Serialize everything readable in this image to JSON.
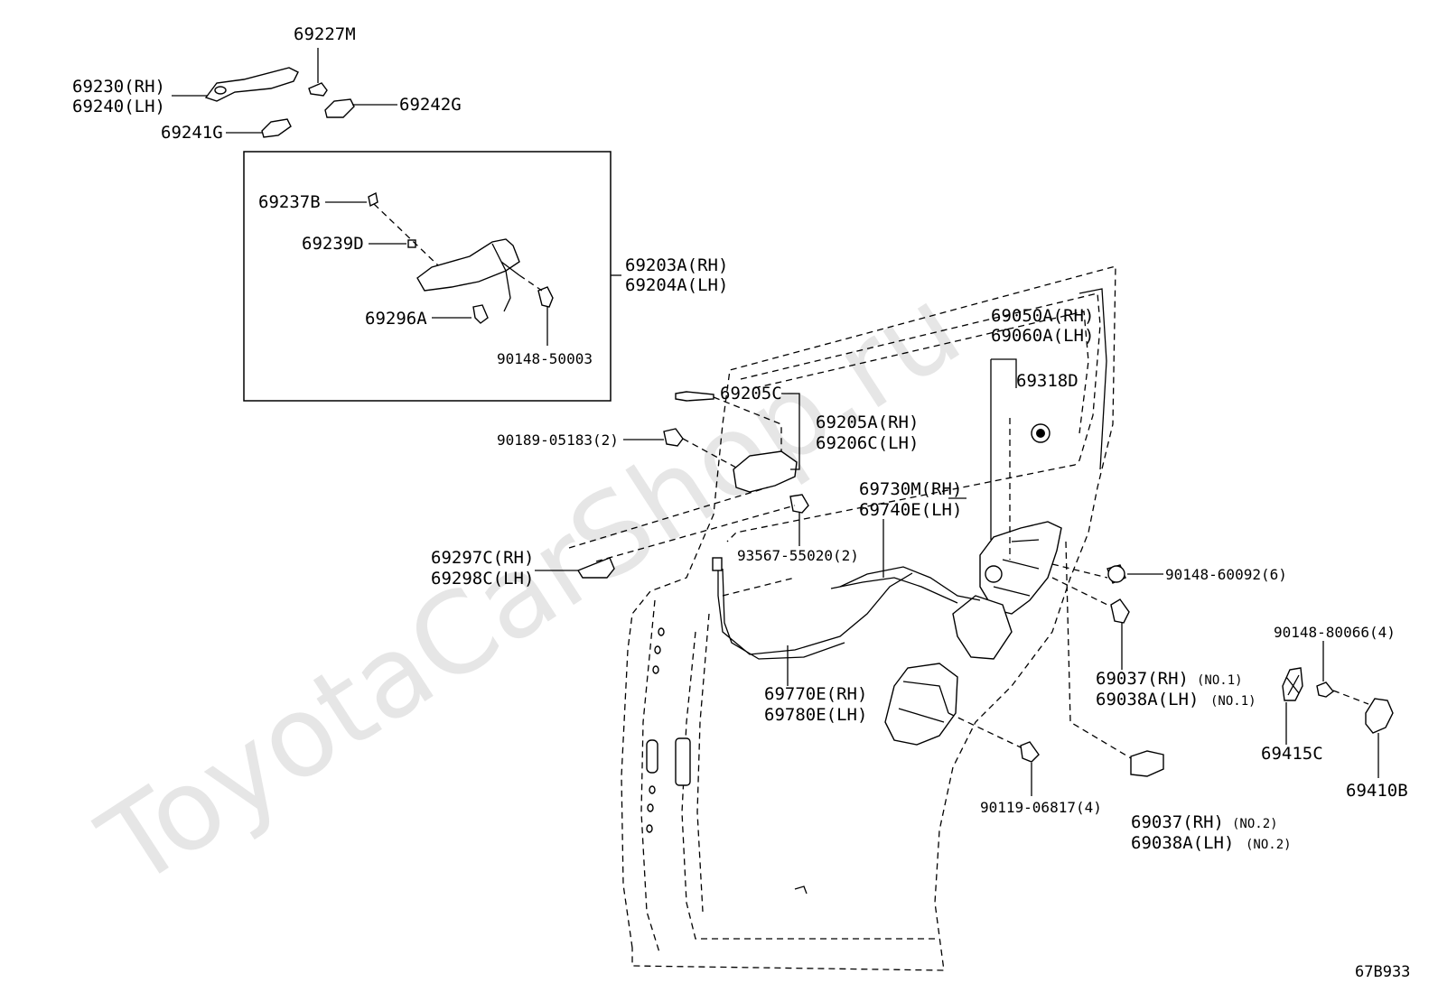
{
  "watermark": "ToyotaCarShop.ru",
  "diagram_code": "67B933",
  "labels": {
    "p69227M": "69227M",
    "p69230": "69230(RH)",
    "p69240": "69240(LH)",
    "p69242G": "69242G",
    "p69241G": "69241G",
    "p69237B": "69237B",
    "p69239D": "69239D",
    "p69296A": "69296A",
    "p90148_50003": "90148-50003",
    "p69203A": "69203A(RH)",
    "p69204A": "69204A(LH)",
    "p69205C": "69205C",
    "p69205A": "69205A(RH)",
    "p69206C": "69206C(LH)",
    "p90189": "90189-05183(2)",
    "p69050A": "69050A(RH)",
    "p69060A": "69060A(LH)",
    "p69318D": "69318D",
    "p69730M": "69730M(RH)",
    "p69740E": "69740E(LH)",
    "p93567": "93567-55020(2)",
    "p69297C": "69297C(RH)",
    "p69298C": "69298C(LH)",
    "p90148_60092": "90148-60092(6)",
    "p90148_80066": "90148-80066(4)",
    "p69037_1": "69037(RH)",
    "p69037_1_note": "(NO.1)",
    "p69038A_1": "69038A(LH)",
    "p69038A_1_note": "(NO.1)",
    "p69770E": "69770E(RH)",
    "p69780E": "69780E(LH)",
    "p69415C": "69415C",
    "p69410B": "69410B",
    "p90119": "90119-06817(4)",
    "p69037_2": "69037(RH)",
    "p69037_2_note": "(NO.2)",
    "p69038A_2": "69038A(LH)",
    "p69038A_2_note": "(NO.2)"
  }
}
